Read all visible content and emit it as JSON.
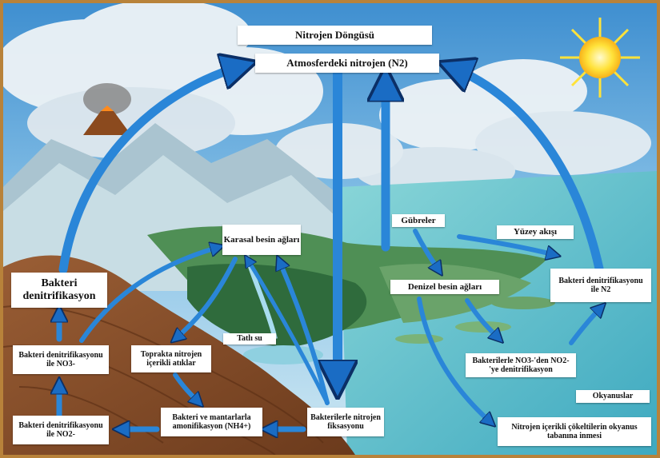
{
  "title": "Nitrojen Döngüsü",
  "labels": {
    "atmosphere": "Atmosferdeki nitrojen (N2)",
    "terrestrial_food_webs": "Karasal besin ağları",
    "fertilizers": "Gübreler",
    "surface_runoff": "Yüzey akışı",
    "marine_food_webs": "Denizel besin ağları",
    "denitrification_n2": "Bakteri denitrifikasyonu ile N2",
    "bacterial_denitrification": "Bakteri denitrifikasyon",
    "denitrification_no3": "Bakteri denitrifikasyonu ile NO3-",
    "soil_waste": "Toprakta nitrojen içerikli atıklar",
    "freshwater": "Tatlı su",
    "no3_to_no2": "Bakterilerle NO3-'den NO2-'ye denitrifikasyon",
    "oceans": "Okyanuslar",
    "denitrification_no2": "Bakteri denitrifikasyonu ile NO2-",
    "ammonification": "Bakteri ve mantarlarla amonifikasyon (NH4+)",
    "fixation": "Bakterilerle nitrojen fiksasyonu",
    "sediment": "Nitrojen içerikli çökeltilerin okyanus tabanına inmesi"
  },
  "colors": {
    "sky": "#8cc4e8",
    "cloud": "#eef3f6",
    "ocean": "#5fc0cc",
    "land_green": "#3f7f4a",
    "soil": "#8a5330",
    "arrow": "#2a86d8",
    "arrow_dark": "#0b3a78",
    "sun": "#ffe23a"
  }
}
